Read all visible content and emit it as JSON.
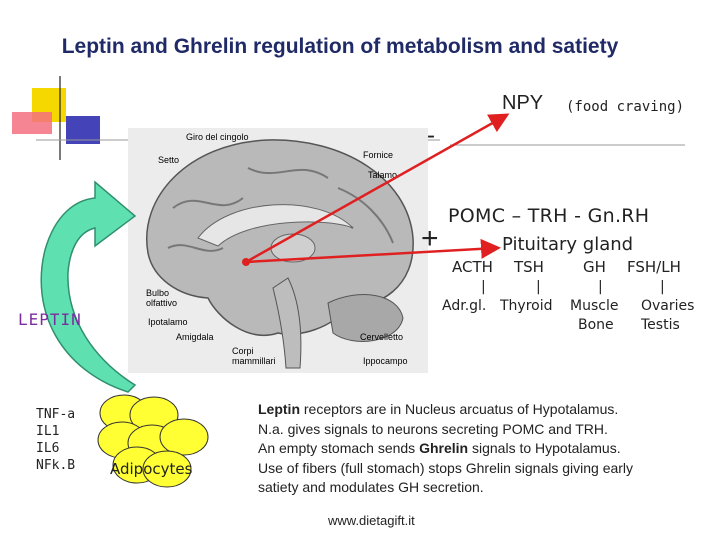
{
  "title": "Leptin and Ghrelin regulation of metabolism and satiety",
  "npy": {
    "label": "NPY",
    "sub": "(food craving)"
  },
  "signs": {
    "minus": "-",
    "plus": "+"
  },
  "pomc": "POMC – TRH - Gn.RH",
  "pituitary": "Pituitary gland",
  "hormones": [
    {
      "name": "ACTH",
      "bar": "|",
      "targets": [
        "Adr.gl."
      ]
    },
    {
      "name": "TSH",
      "bar": "|",
      "targets": [
        "Thyroid"
      ]
    },
    {
      "name": "GH",
      "bar": "|",
      "targets": [
        "Muscle",
        "Bone"
      ]
    },
    {
      "name": "FSH/LH",
      "bar": "|",
      "targets": [
        "Ovaries",
        "Testis"
      ]
    }
  ],
  "brain_labels": {
    "giro": "Giro del cingolo",
    "setto": "Setto",
    "fornice": "Fornice",
    "talamo": "Talamo",
    "bulbo1": "Bulbo",
    "bulbo2": "olfattivo",
    "ipotalamo": "Ipotalamo",
    "amigdala": "Amigdala",
    "corpi1": "Corpi",
    "corpi2": "mammillari",
    "cervelletto": "Cervelletto",
    "ippocampo": "Ippocampo"
  },
  "leptin": "LEPTIN",
  "cytokines": [
    "TNF-a",
    "IL1",
    "IL6",
    "NFk.B"
  ],
  "adipocytes": "Adipocytes",
  "paragraph": {
    "l1_bold": "Leptin",
    "l1_rest": " receptors are in Nucleus arcuatus of Hypotalamus.",
    "l2": "N.a. gives signals to neurons secreting POMC and TRH.",
    "l3_pre": "An empty stomach sends ",
    "l3_bold": "Ghrelin",
    "l3_post": " signals to Hypotalamus.",
    "l4": "Use of fibers (full stomach) stops Ghrelin signals giving early",
    "l5": "satiety and modulates GH secretion."
  },
  "footer": "www.dietagift.it",
  "colors": {
    "title": "#1f2a66",
    "arrow_red": "#e02020",
    "green_arrow": "#5fe0b0",
    "adipocyte_fill": "#ffff33",
    "deco_yellow": "#f5d800",
    "deco_blue": "#2a2aa8",
    "deco_red": "#e84060",
    "leptin_text": "#7a2ca0"
  }
}
